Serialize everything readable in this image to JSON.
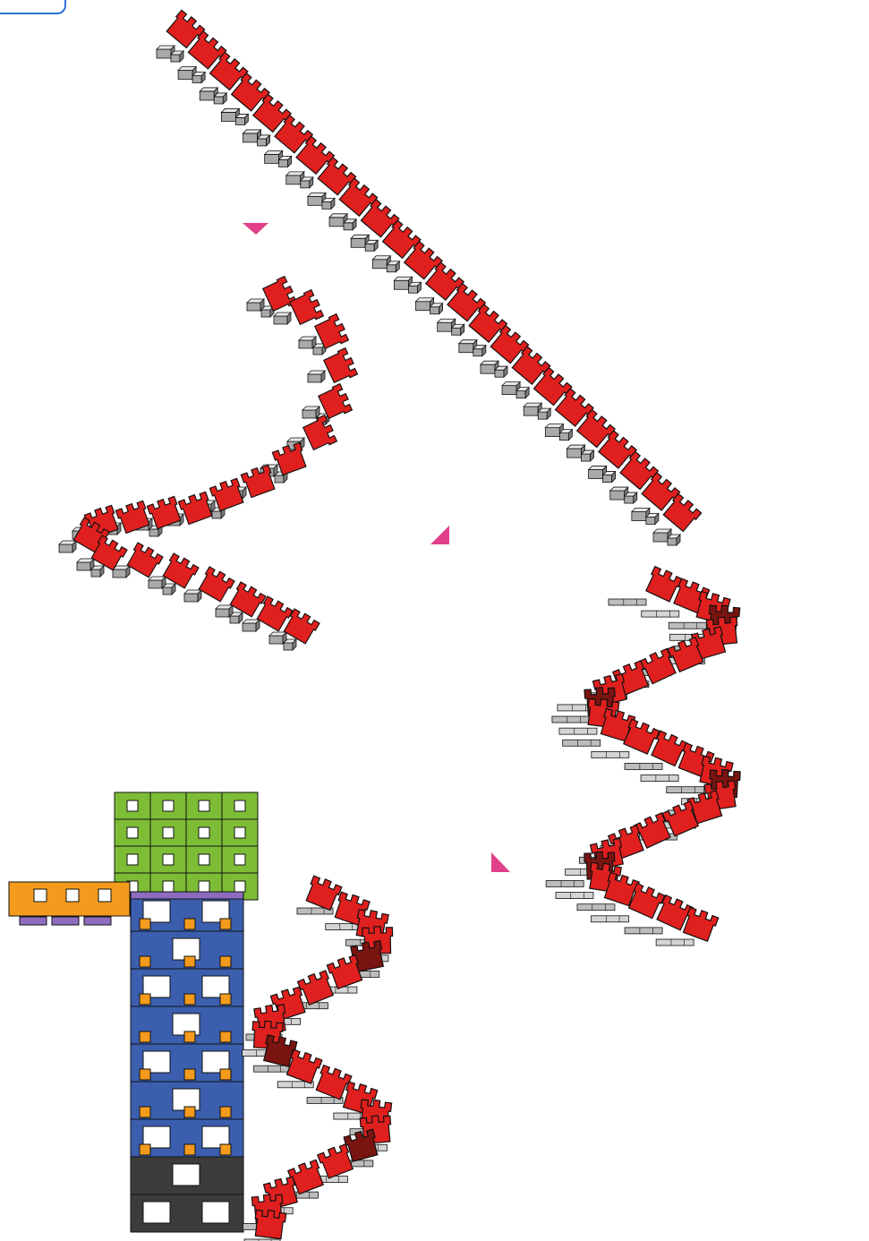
{
  "colors": {
    "red": "#e0201e",
    "red_dark": "#7a1410",
    "grey": "#a9a9a9",
    "grey_light": "#d4d4d4",
    "green": "#7dbd35",
    "orange": "#f49a1c",
    "purple": "#8d6cc0",
    "blue": "#3b5fae",
    "dark": "#3c3c3c",
    "magenta": "#e0408a",
    "outline": "#111111",
    "accent_tab": "#2e6fd8"
  },
  "panels": [
    {
      "name": "straight-chain",
      "shape": "straight"
    },
    {
      "name": "folded-chain",
      "shape": "fold"
    },
    {
      "name": "helix-chain",
      "shape": "helix"
    },
    {
      "name": "assembled-tower",
      "shape": "tower"
    }
  ],
  "arrows": [
    {
      "name": "arrow-down-icon",
      "direction": "down"
    },
    {
      "name": "arrow-up-right-icon",
      "direction": "up-right"
    },
    {
      "name": "arrow-down-right-icon",
      "direction": "down-right"
    }
  ]
}
